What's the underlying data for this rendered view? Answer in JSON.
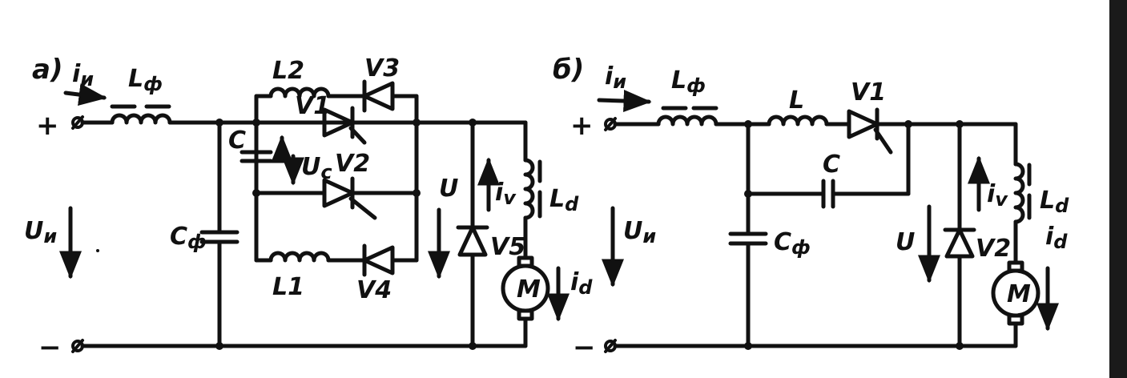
{
  "panel_a": {
    "title": "а)",
    "plus": "+",
    "minus": "−",
    "i_in": "i",
    "i_in_sub": "и",
    "L_f": "L",
    "L_f_sub": "ф",
    "L2": "L2",
    "V3": "V3",
    "V1": "V1",
    "C": "C",
    "U_c": "U",
    "U_c_sub": "c",
    "V2": "V2",
    "U_in": "U",
    "U_in_sub": "и",
    "C_f": "C",
    "C_f_sub": "ф",
    "L1": "L1",
    "V4": "V4",
    "U": "U",
    "V5": "V5",
    "i_v": "i",
    "i_v_sub": "v",
    "L_d": "L",
    "L_d_sub": "d",
    "M": "M",
    "i_d": "i",
    "i_d_sub": "d"
  },
  "panel_b": {
    "title": "б)",
    "plus": "+",
    "minus": "−",
    "i_in": "i",
    "i_in_sub": "и",
    "L_f": "L",
    "L_f_sub": "ф",
    "L": "L",
    "V1": "V1",
    "C": "C",
    "U_in": "U",
    "U_in_sub": "и",
    "C_f": "C",
    "C_f_sub": "ф",
    "U": "U",
    "V2": "V2",
    "i_v": "i",
    "i_v_sub": "v",
    "L_d": "L",
    "L_d_sub": "d",
    "i_d": "i",
    "i_d_sub": "d",
    "M": "M"
  }
}
